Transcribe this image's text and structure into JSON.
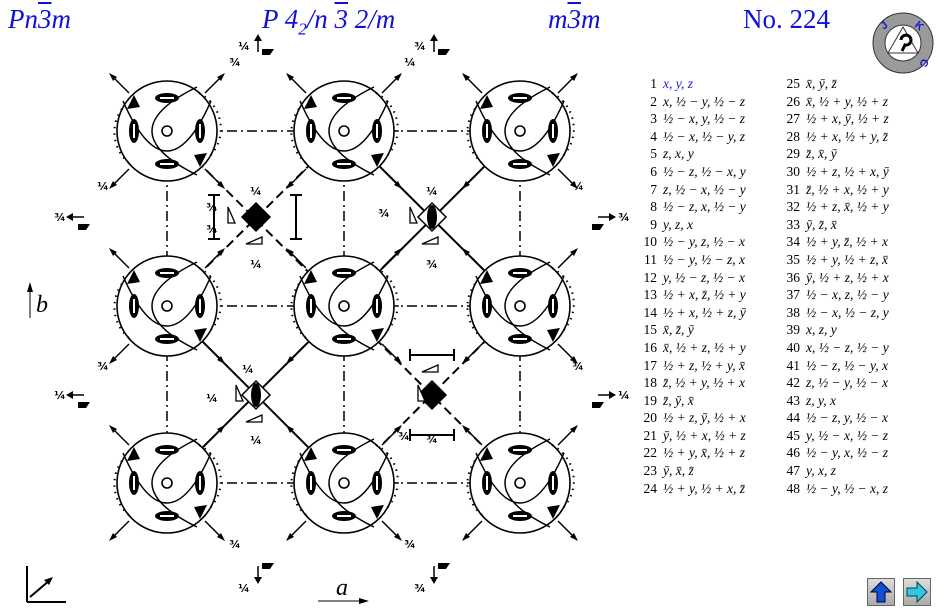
{
  "header": {
    "symbol_main": "Pn",
    "symbol_bar": "3",
    "symbol_end": "m",
    "full_p": "P 4",
    "full_sub": "2",
    "full_n": "/n ",
    "full_bar": "3",
    "full_end": " 2/m",
    "pointgroup_main": "m",
    "pointgroup_bar": "3",
    "pointgroup_end": "m",
    "number": "No. 224"
  },
  "logo": {
    "text": "JKC"
  },
  "axes": {
    "a": "a",
    "b": "b"
  },
  "fractions": {
    "one_quarter": "¼",
    "three_quarters": "¾",
    "q": "1",
    "q_den": "4",
    "tq": "3"
  },
  "operations_col1": [
    {
      "n": "1",
      "e": "x, y, z"
    },
    {
      "n": "2",
      "e": "x, ½ − y, ½ − z"
    },
    {
      "n": "3",
      "e": "½ − x, y, ½ − z"
    },
    {
      "n": "4",
      "e": "½ − x, ½ − y, z"
    },
    {
      "n": "5",
      "e": "z, x, y"
    },
    {
      "n": "6",
      "e": "½ − z, ½ − x, y"
    },
    {
      "n": "7",
      "e": "z, ½ − x, ½ − y"
    },
    {
      "n": "8",
      "e": "½ − z, x, ½ − y"
    },
    {
      "n": "9",
      "e": "y, z, x"
    },
    {
      "n": "10",
      "e": "½ − y, z, ½ − x"
    },
    {
      "n": "11",
      "e": "½ − y, ½ − z, x"
    },
    {
      "n": "12",
      "e": "y, ½ − z, ½ − x"
    },
    {
      "n": "13",
      "e": "½ + x, z̄, ½ + y"
    },
    {
      "n": "14",
      "e": "½ + x, ½ + z, ȳ"
    },
    {
      "n": "15",
      "e": "x̄, z̄, ȳ"
    },
    {
      "n": "16",
      "e": "x̄, ½ + z, ½ + y"
    },
    {
      "n": "17",
      "e": "½ + z, ½ + y, x̄"
    },
    {
      "n": "18",
      "e": "z̄, ½ + y, ½ + x"
    },
    {
      "n": "19",
      "e": "z̄, ȳ, x̄"
    },
    {
      "n": "20",
      "e": "½ + z, ȳ, ½ + x"
    },
    {
      "n": "21",
      "e": "ȳ, ½ + x, ½ + z"
    },
    {
      "n": "22",
      "e": "½ + y, x̄, ½ + z"
    },
    {
      "n": "23",
      "e": "ȳ, x̄, z̄"
    },
    {
      "n": "24",
      "e": "½ + y, ½ + x, z̄"
    }
  ],
  "operations_col2": [
    {
      "n": "25",
      "e": "x̄, ȳ, z̄"
    },
    {
      "n": "26",
      "e": "x̄, ½ + y, ½ + z"
    },
    {
      "n": "27",
      "e": "½ + x, ȳ, ½ + z"
    },
    {
      "n": "28",
      "e": "½ + x, ½ + y, z̄"
    },
    {
      "n": "29",
      "e": "z̄, x̄, ȳ"
    },
    {
      "n": "30",
      "e": "½ + z, ½ + x, ȳ"
    },
    {
      "n": "31",
      "e": "z̄, ½ + x, ½ + y"
    },
    {
      "n": "32",
      "e": "½ + z, x̄, ½ + y"
    },
    {
      "n": "33",
      "e": "ȳ, z̄, x̄"
    },
    {
      "n": "34",
      "e": "½ + y, z̄, ½ + x"
    },
    {
      "n": "35",
      "e": "½ + y, ½ + z, x̄"
    },
    {
      "n": "36",
      "e": "ȳ, ½ + z, ½ + x"
    },
    {
      "n": "37",
      "e": "½ − x, z, ½ − y"
    },
    {
      "n": "38",
      "e": "½ − x, ½ − z, y"
    },
    {
      "n": "39",
      "e": "x, z, y"
    },
    {
      "n": "40",
      "e": "x, ½ − z, ½ − y"
    },
    {
      "n": "41",
      "e": "½ − z, ½ − y, x"
    },
    {
      "n": "42",
      "e": "z, ½ − y, ½ − x"
    },
    {
      "n": "43",
      "e": "z, y, x"
    },
    {
      "n": "44",
      "e": "½ − z, y, ½ − x"
    },
    {
      "n": "45",
      "e": "y, ½ − x, ½ − z"
    },
    {
      "n": "46",
      "e": "½ − y, x, ½ − z"
    },
    {
      "n": "47",
      "e": "y, x, z"
    },
    {
      "n": "48",
      "e": "½ − y, ½ − x, z"
    }
  ],
  "nav": {
    "up_icon": "arrow-up-icon",
    "next_icon": "arrow-right-icon"
  },
  "colors": {
    "header": "#1010d8",
    "nav_up": "#1050d8",
    "nav_next": "#30c8e0"
  }
}
